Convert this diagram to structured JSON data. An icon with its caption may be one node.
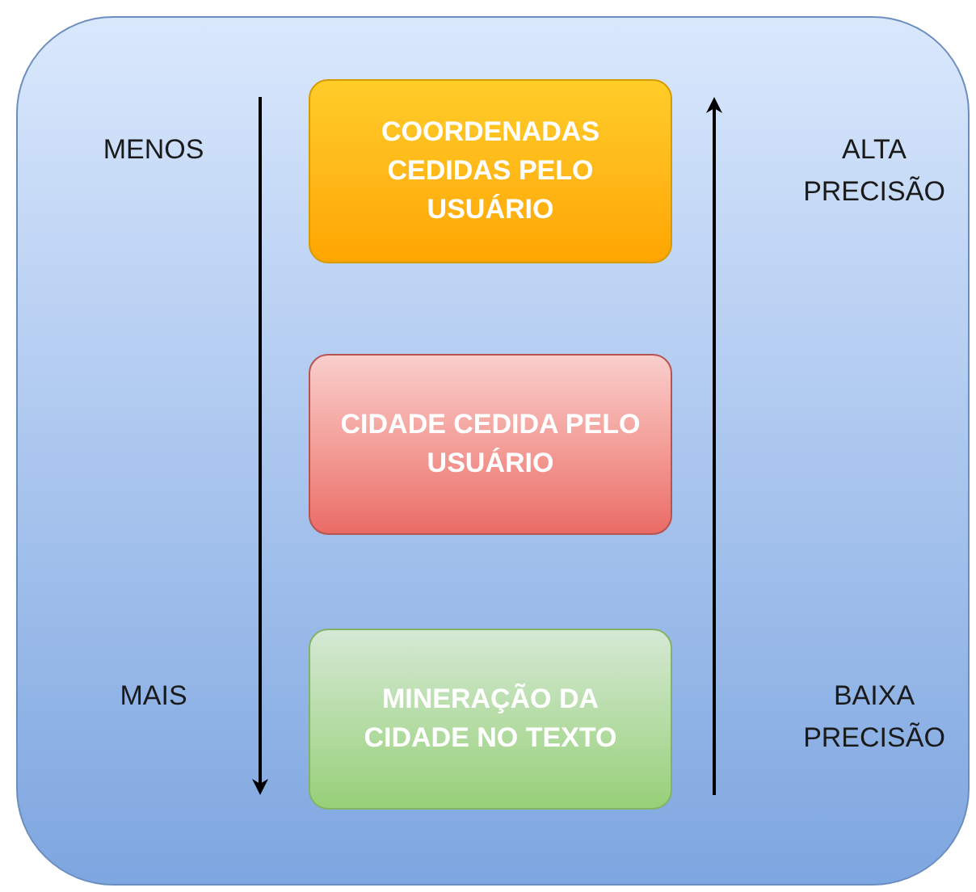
{
  "diagram": {
    "nodes": [
      {
        "text": [],
        "shape": "box"
      },
      {
        "text": [
          "COORDENADAS CEDIDAS PELO USUÁRIO"
        ],
        "in": 0
      },
      {
        "text": [
          "CIDADE CEDIDA PELO USUÁRIO"
        ],
        "in": 0
      },
      {
        "text": [
          "MINERAÇÃO DA CIDADE NO TEXTO"
        ],
        "in": 0
      }
    ],
    "edges": [],
    "labels": [
      "MENOS",
      "ALTA PRECISÃO",
      "MAIS",
      "BAIXA PRECISÃO"
    ]
  }
}
